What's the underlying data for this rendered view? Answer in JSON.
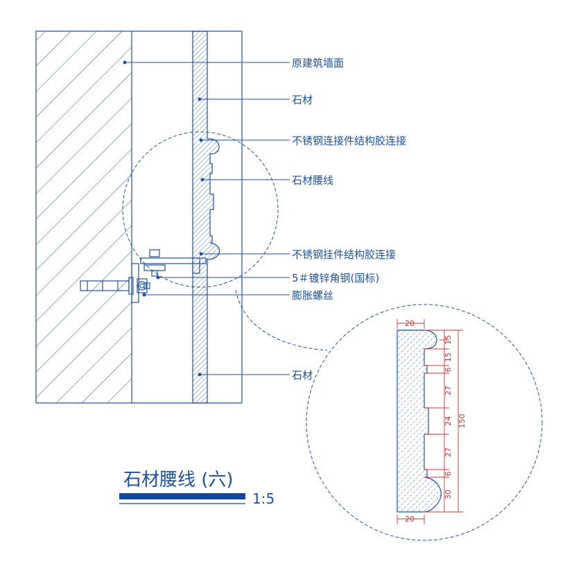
{
  "labels": {
    "original_wall": "原建筑墙面",
    "stone_top": "石材",
    "ss_connector_glue": "不锈钢连接件结构胶连接",
    "stone_waistline": "石材腰线",
    "ss_hanger_glue": "不锈钢挂件结构胶连接",
    "angle_steel": "5＃镀锌角钢(国标)",
    "expansion_bolt": "膨胀螺丝",
    "stone_bottom": "石材"
  },
  "title": {
    "text": "石材腰线 (六)",
    "scale": "1:5"
  },
  "dimensions": {
    "width_top": "20",
    "width_bottom": "20",
    "total": "150",
    "segments": [
      "15",
      "15",
      "6",
      "27",
      "24",
      "27",
      "6",
      "30"
    ]
  },
  "colors": {
    "line": "#1a4fa8",
    "dim": "#d03030",
    "title_bar": "#0d47a1"
  }
}
